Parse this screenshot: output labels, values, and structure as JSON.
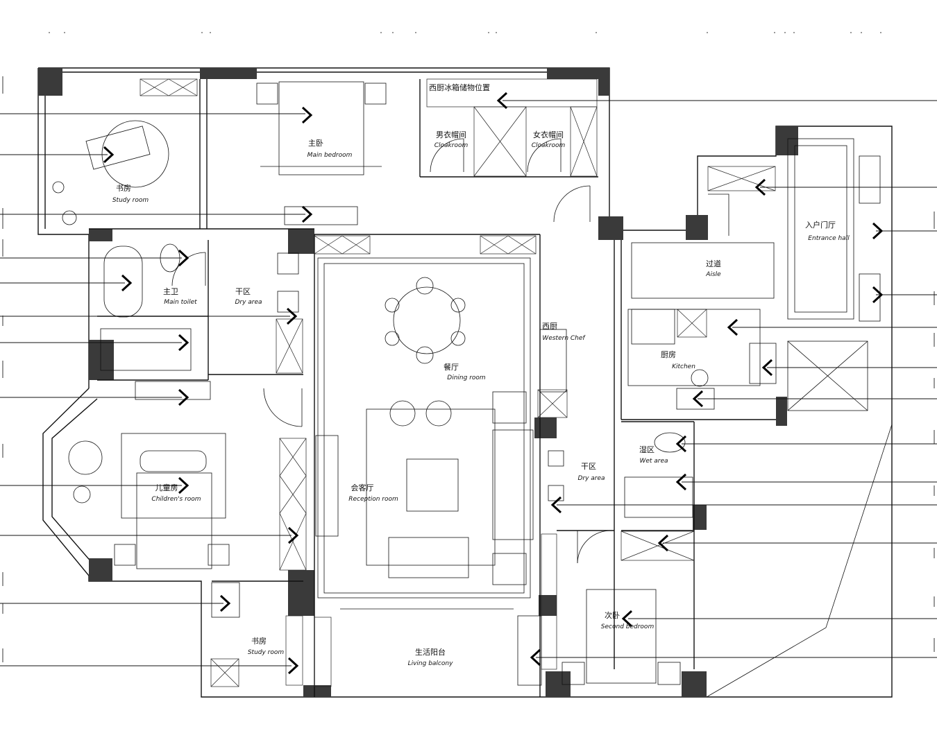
{
  "rooms": {
    "study_room_1": {
      "zh": "书房",
      "en": "Study room"
    },
    "main_bedroom": {
      "zh": "主卧",
      "en": "Main bedroom"
    },
    "cloakroom_storage": {
      "zh": "西厨冰箱储物位置",
      "en": ""
    },
    "cloakroom_male": {
      "zh": "男衣帽间",
      "en": "Cloakroom"
    },
    "cloakroom_female": {
      "zh": "女衣帽间",
      "en": "Cloakroom"
    },
    "entrance_hall": {
      "zh": "入户门厅",
      "en": "Entrance hall"
    },
    "aisle": {
      "zh": "过道",
      "en": "Aisle"
    },
    "main_toilet": {
      "zh": "主卫",
      "en": "Main toilet"
    },
    "dry_area_1": {
      "zh": "干区",
      "en": "Dry area"
    },
    "dining_room": {
      "zh": "餐厅",
      "en": "Dining room"
    },
    "western_chef": {
      "zh": "西厨",
      "en": "Western Chef"
    },
    "kitchen": {
      "zh": "厨房",
      "en": "Kitchen"
    },
    "wet_area": {
      "zh": "湿区",
      "en": "Wet area"
    },
    "dry_area_2": {
      "zh": "干区",
      "en": "Dry area"
    },
    "childrens_room": {
      "zh": "儿童房",
      "en": "Children's room"
    },
    "reception_room": {
      "zh": "会客厅",
      "en": "Reception room"
    },
    "study_room_2": {
      "zh": "书房",
      "en": "Study room"
    },
    "living_balcony": {
      "zh": "生活阳台",
      "en": "Living balcony"
    },
    "second_bedroom": {
      "zh": "次卧",
      "en": "Second bedroom"
    }
  },
  "icons": {
    "view_marker": "chevron-view-marker-icon",
    "table": "round-table-icon",
    "bed": "double-bed-icon",
    "bathtub": "bathtub-icon",
    "toilet": "toilet-icon",
    "sink": "sink-icon",
    "sofa": "sofa-icon",
    "stove": "stove-icon",
    "plant": "plant-icon"
  },
  "colors": {
    "wall": "#111111",
    "column": "#3a3a3a",
    "background": "#ffffff"
  }
}
